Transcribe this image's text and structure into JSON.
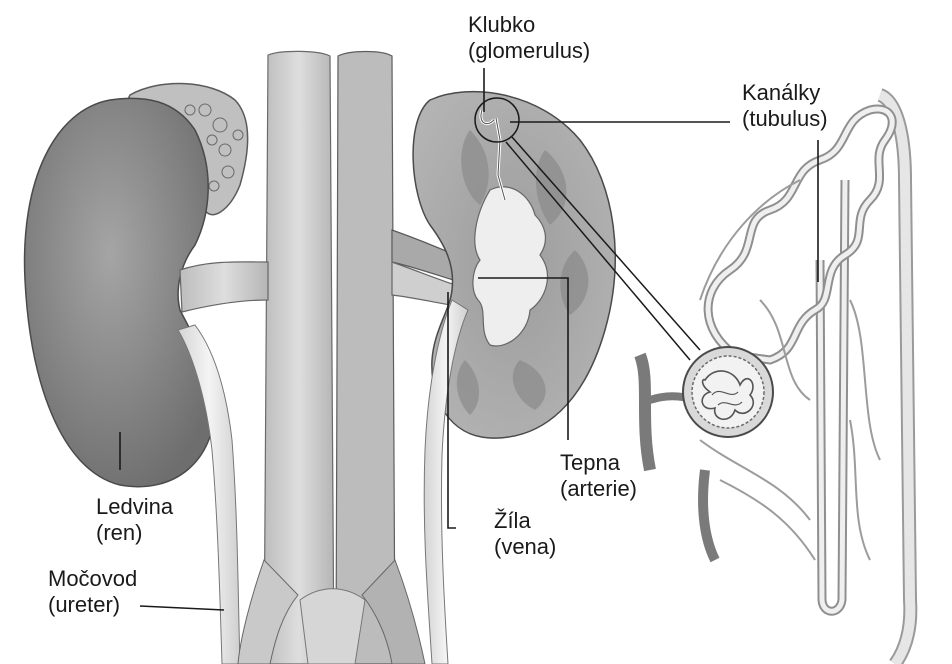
{
  "labels": {
    "glomerulus": {
      "line1": "Klubko",
      "line2": "(glomerulus)"
    },
    "tubulus": {
      "line1": "Kanálky",
      "line2": "(tubulus)"
    },
    "artery": {
      "line1": "Tepna",
      "line2": "(arterie)"
    },
    "vein": {
      "line1": "Žíla",
      "line2": "(vena)"
    },
    "kidney": {
      "line1": "Ledvina",
      "line2": "(ren)"
    },
    "ureter": {
      "line1": "Močovod",
      "line2": "(ureter)"
    }
  },
  "colors": {
    "organ_dark": "#8a8a8a",
    "organ_mid": "#b4b4b4",
    "vessel": "#cdcdcd",
    "vessel_light": "#e6e6e6",
    "outline": "#5a5a5a",
    "leader_line": "#1a1a1a"
  }
}
